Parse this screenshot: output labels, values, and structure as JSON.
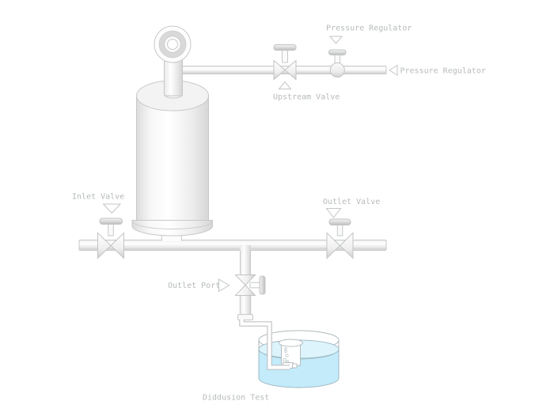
{
  "diagram": {
    "labels": {
      "pressure_regulator_top": "Pressure Regulator",
      "upstream_valve": "Upstream Valve",
      "pressure_regulator_right": "Pressure Regulator",
      "inlet_valve": "Inlet Valve",
      "outlet_valve": "Outlet Valve",
      "outlet_port": "Outlet Port",
      "diffusion_test": "Diddusion Test"
    },
    "colors": {
      "line": "#c3c5c7",
      "label_text": "#b6babc",
      "water_body": "#c3ebfa",
      "water_surface": "#ddf4fc",
      "metal_light": "#ffffff",
      "metal_shadow": "#cfcfcf"
    },
    "icons": {
      "pointer_down": "▽",
      "pointer_up": "△",
      "pointer_left": "◁",
      "pointer_right": "▷"
    },
    "components": [
      "pressure-gauge",
      "gas-cylinder",
      "upstream-valve",
      "pressure-regulator",
      "inlet-valve",
      "outlet-valve",
      "outlet-port-valve",
      "drain-tube",
      "water-bath",
      "measuring-tube"
    ]
  }
}
